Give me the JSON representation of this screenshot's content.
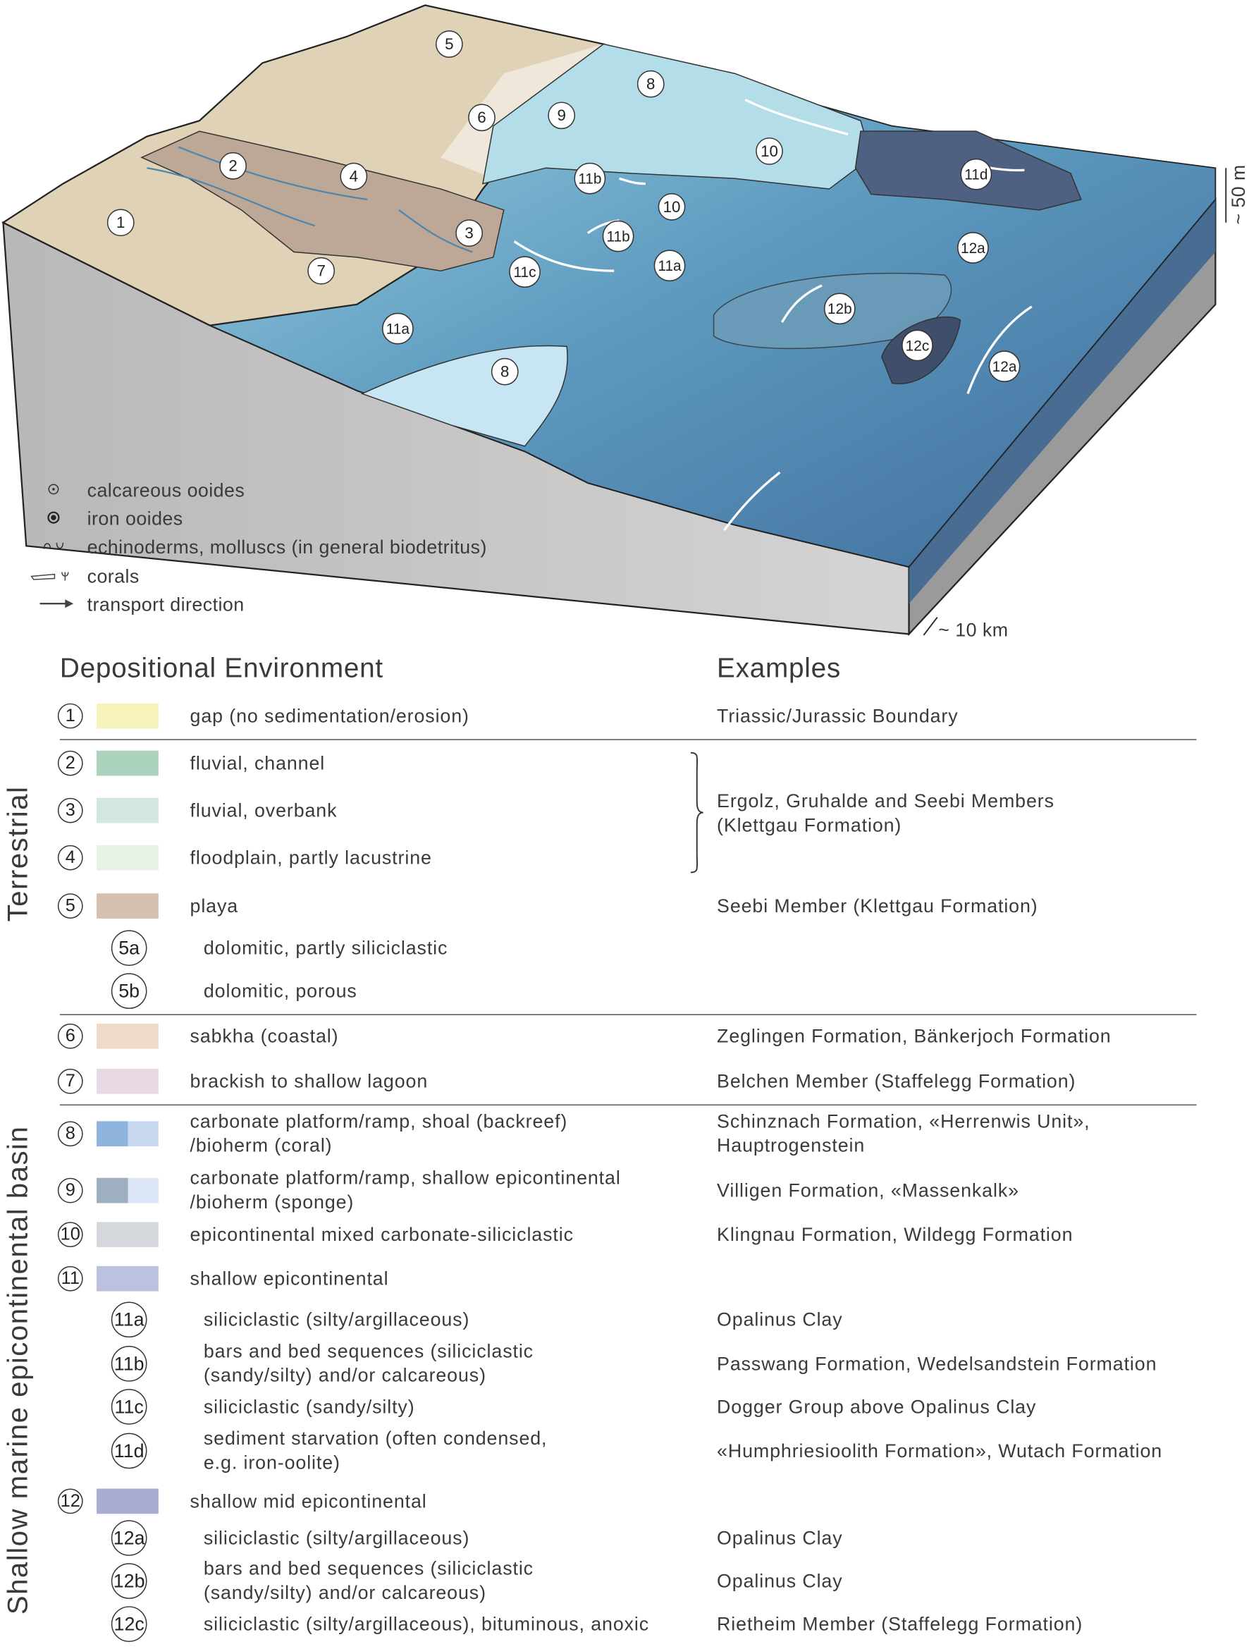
{
  "diagram": {
    "labels": [
      "1",
      "2",
      "3",
      "4",
      "5",
      "6",
      "7",
      "8",
      "8",
      "9",
      "10",
      "10",
      "11b",
      "11b",
      "11c",
      "11a",
      "11a",
      "11d",
      "12a",
      "12b",
      "12c",
      "12a"
    ],
    "scale_depth": "~ 50 m",
    "scale_width": "~ 10 km"
  },
  "symbol_legend": [
    {
      "icon": "calcareous-ooid-icon",
      "label": "calcareous ooides"
    },
    {
      "icon": "iron-ooid-icon",
      "label": "iron ooides"
    },
    {
      "icon": "biodetritus-icon",
      "label": "echinoderms, molluscs (in general biodetritus)"
    },
    {
      "icon": "coral-icon",
      "label": "corals"
    },
    {
      "icon": "arrow-icon",
      "label": "transport direction"
    }
  ],
  "table": {
    "header_left": "Depositional Environment",
    "header_right": "Examples",
    "group_terrestrial": "Terrestrial",
    "group_marine": "Shallow marine epicontinental basin",
    "bracket_example": [
      "Ergolz, Gruhalde and Seebi Members",
      "(Klettgau Formation)"
    ],
    "rows": [
      {
        "num": "1",
        "colors": [
          "#f5f3b9"
        ],
        "label": [
          "gap (no sedimentation/erosion)"
        ],
        "example": [
          "Triassic/Jurassic Boundary"
        ]
      },
      {
        "num": "2",
        "colors": [
          "#aad2bd"
        ],
        "label": [
          "fluvial, channel"
        ],
        "example": []
      },
      {
        "num": "3",
        "colors": [
          "#d2e7dd"
        ],
        "label": [
          "fluvial, overbank"
        ],
        "example": []
      },
      {
        "num": "4",
        "colors": [
          "#e7f2e6"
        ],
        "label": [
          "floodplain, partly lacustrine"
        ],
        "example": []
      },
      {
        "num": "5",
        "colors": [
          "#d4bfb1"
        ],
        "label": [
          "playa"
        ],
        "example": [
          "Seebi Member (Klettgau Formation)"
        ]
      },
      {
        "num": "5a",
        "colors": [],
        "label": [
          "dolomitic, partly siliciclastic"
        ],
        "example": []
      },
      {
        "num": "5b",
        "colors": [],
        "label": [
          "dolomitic, porous"
        ],
        "example": []
      },
      {
        "num": "6",
        "colors": [
          "#eedac8"
        ],
        "label": [
          "sabkha (coastal)"
        ],
        "example": [
          "Zeglingen Formation, Bänkerjoch Formation"
        ]
      },
      {
        "num": "7",
        "colors": [
          "#e8d9e5"
        ],
        "label": [
          "brackish to shallow lagoon"
        ],
        "example": [
          "Belchen Member (Staffelegg Formation)"
        ]
      },
      {
        "num": "8",
        "colors": [
          "#8eb3dc",
          "#c8d9ef"
        ],
        "label": [
          "carbonate platform/ramp, shoal (backreef)",
          "/bioherm (coral)"
        ],
        "example": [
          "Schinznach Formation, «Herrenwis Unit»,",
          "Hauptrogenstein"
        ]
      },
      {
        "num": "9",
        "colors": [
          "#9eafc0",
          "#dce6f7"
        ],
        "label": [
          "carbonate platform/ramp, shallow epicontinental",
          "/bioherm (sponge)"
        ],
        "example": [
          "Villigen Formation, «Massenkalk»"
        ]
      },
      {
        "num": "10",
        "colors": [
          "#d5d9dd"
        ],
        "label": [
          "epicontinental mixed carbonate-siliciclastic"
        ],
        "example": [
          "Klingnau Formation, Wildegg Formation"
        ]
      },
      {
        "num": "11",
        "colors": [
          "#bcc1e0"
        ],
        "label": [
          "shallow epicontinental"
        ],
        "example": []
      },
      {
        "num": "11a",
        "colors": [],
        "label": [
          "siliciclastic (silty/argillaceous)"
        ],
        "example": [
          "Opalinus Clay"
        ]
      },
      {
        "num": "11b",
        "colors": [],
        "label": [
          "bars and bed sequences (siliciclastic",
          "(sandy/silty) and/or calcareous)"
        ],
        "example": [
          "Passwang Formation, Wedelsandstein Formation"
        ]
      },
      {
        "num": "11c",
        "colors": [],
        "label": [
          "siliciclastic (sandy/silty)"
        ],
        "example": [
          "Dogger Group above Opalinus Clay"
        ]
      },
      {
        "num": "11d",
        "colors": [],
        "label": [
          "sediment starvation (often condensed,",
          "e.g. iron-oolite)"
        ],
        "example": [
          "«Humphriesioolith Formation», Wutach Formation"
        ]
      },
      {
        "num": "12",
        "colors": [
          "#a9acd3"
        ],
        "label": [
          "shallow mid epicontinental"
        ],
        "example": []
      },
      {
        "num": "12a",
        "colors": [],
        "label": [
          "siliciclastic (silty/argillaceous)"
        ],
        "example": [
          "Opalinus Clay"
        ]
      },
      {
        "num": "12b",
        "colors": [],
        "label": [
          "bars and bed sequences (siliciclastic",
          "(sandy/silty) and/or calcareous)"
        ],
        "example": [
          "Opalinus Clay"
        ]
      },
      {
        "num": "12c",
        "colors": [],
        "label": [
          "siliciclastic (silty/argillaceous), bituminous, anoxic"
        ],
        "example": [
          "Rietheim Member (Staffelegg Formation)"
        ]
      }
    ]
  }
}
